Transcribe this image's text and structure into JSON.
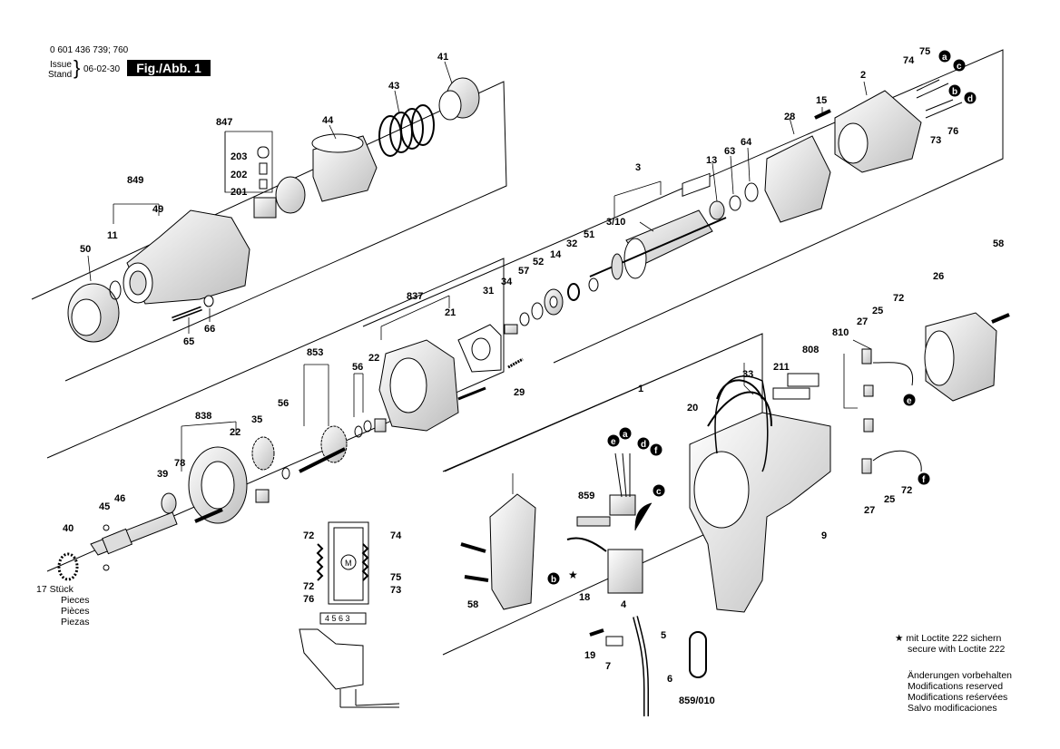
{
  "header": {
    "part_number": "0 601 436 739; 760",
    "issue_label": "Issue",
    "stand_label": "Stand",
    "date": "06-02-30",
    "figure": "Fig./Abb. 1"
  },
  "quantity_note": [
    "17 Stück",
    "Pieces",
    "Pièces",
    "Piezas"
  ],
  "loctite_note": [
    "mit Loctite 222 sichern",
    "secure with Loctite 222"
  ],
  "modifications_note": [
    "Änderungen vorbehalten",
    "Modifications reserved",
    "Modifications reśervées",
    "Salvo modificaciones"
  ],
  "parts": {
    "p41": "41",
    "p43": "43",
    "p44": "44",
    "p847": "847",
    "p203": "203",
    "p202": "202",
    "p201": "201",
    "p849": "849",
    "p11": "11",
    "p49": "49",
    "p50": "50",
    "p65": "65",
    "p66": "66",
    "p2": "2",
    "p74t": "74",
    "p75t": "75",
    "p15": "15",
    "p28": "28",
    "p73t": "73",
    "p76t": "76",
    "p3": "3",
    "p310": "3/10",
    "p13": "13",
    "p63": "63",
    "p64": "64",
    "p31": "31",
    "p34": "34",
    "p57": "57",
    "p52": "52",
    "p14": "14",
    "p32": "32",
    "p51": "51",
    "p837": "837",
    "p21": "21",
    "p853": "853",
    "p56a": "56",
    "p22a": "22",
    "p29": "29",
    "p838": "838",
    "p22b": "22",
    "p35": "35",
    "p56b": "56",
    "p78": "78",
    "p39": "39",
    "p45": "45",
    "p46": "46",
    "p40": "40",
    "p58a": "58",
    "p26": "26",
    "p72a": "72",
    "p810": "810",
    "p808": "808",
    "p27a": "27",
    "p25a": "25",
    "p211": "211",
    "p33": "33",
    "p20": "20",
    "p1": "1",
    "p859": "859",
    "p18": "18",
    "p4": "4",
    "p58b": "58",
    "p9": "9",
    "p27b": "27",
    "p25b": "25",
    "p72b": "72",
    "p5": "5",
    "p6": "6",
    "p7": "7",
    "p19": "19",
    "p859010": "859/010"
  },
  "wiring": {
    "w72a": "72",
    "w74": "74",
    "w72b": "72",
    "w75": "75",
    "w76": "76",
    "w73": "73",
    "terminals": "4 5 6 3",
    "motor": "M"
  },
  "connectors": {
    "a": "a",
    "b": "b",
    "c": "c",
    "d": "d",
    "e": "e",
    "f": "f"
  }
}
